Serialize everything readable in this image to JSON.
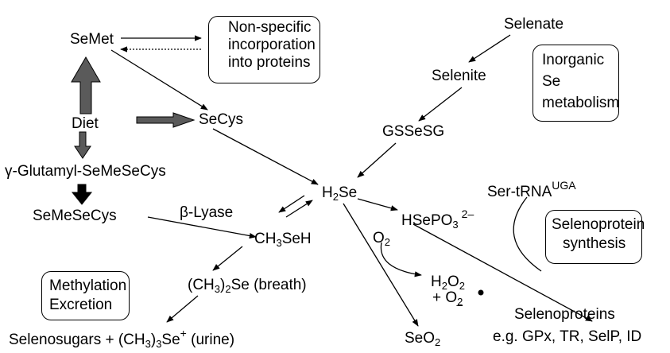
{
  "nodes": {
    "semet": "SeMet",
    "diet": "Diet",
    "secys": "SeCys",
    "glutamyl": "γ-Glutamyl-SeMeSeCys",
    "semesecys": "SeMeSeCys",
    "beta_lyase": "β-Lyase",
    "ch3seh": {
      "a": "CH",
      "s1": "3",
      "b": "SeH"
    },
    "ch3_2se": {
      "a": "(CH",
      "s1": "3",
      "b": ")",
      "s2": "2",
      "c": "Se (breath)"
    },
    "selenosugars": {
      "a": "Selenosugars + (CH",
      "s1": "3",
      "b": ")",
      "s2": "3",
      "c": "Se",
      "sup": "+",
      "d": " (urine)"
    },
    "selenate": "Selenate",
    "selenite": "Selenite",
    "gssesg": "GSSeSG",
    "h2se": {
      "a": "H",
      "s1": "2",
      "b": "Se"
    },
    "hsepo3": {
      "a": "HSePO",
      "s1": "3",
      "sup": "2–"
    },
    "ser_trna": {
      "a": "Ser-tRNA",
      "sup": "UGA"
    },
    "o2": {
      "a": "O",
      "s1": "2"
    },
    "h2o2": {
      "a": "H",
      "s1": "2",
      "b": "O",
      "s2": "2"
    },
    "plus_o2": {
      "a": "+ O",
      "s1": "2",
      "dash": "–"
    },
    "seo2": {
      "a": "SeO",
      "s1": "2"
    },
    "selenoproteins": "Selenoproteins",
    "selenoproteins_eg": "e.g. GPx, TR, SelP, ID"
  },
  "boxes": {
    "nonspecific": [
      "Non-specific",
      "incorporation",
      "into proteins"
    ],
    "inorganic": [
      "Inorganic",
      "Se",
      "metabolism"
    ],
    "selenoprotein_synth": [
      "Selenoprotein",
      "synthesis"
    ],
    "methylation": [
      "Methylation",
      "Excretion"
    ]
  },
  "colors": {
    "thick_arrow_gray": "#5a5a5a",
    "black": "#000000"
  }
}
